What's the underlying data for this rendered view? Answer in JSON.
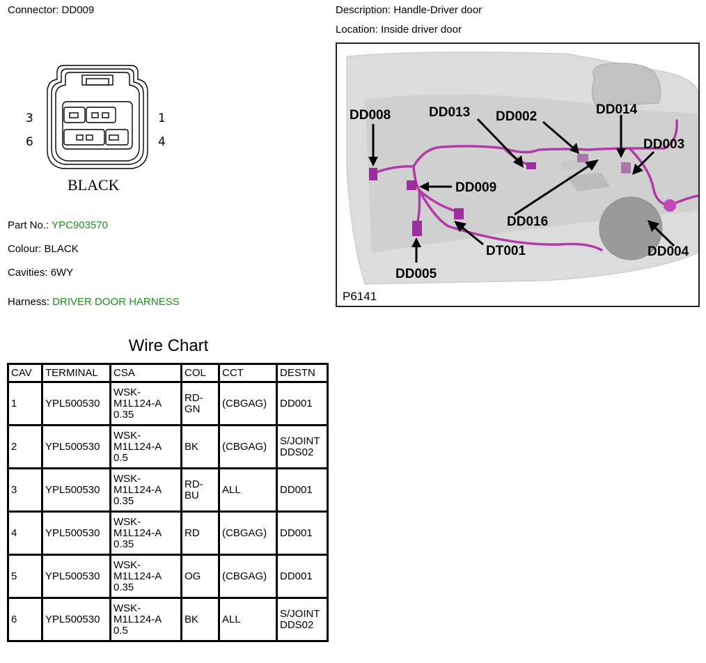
{
  "connector": {
    "label": "Connector:",
    "value": "DD009"
  },
  "description": {
    "label": "Description:",
    "value": "Handle-Driver door"
  },
  "location": {
    "label": "Location:",
    "value": "Inside driver door"
  },
  "connector_face": {
    "pins": {
      "p3": "3",
      "p1": "1",
      "p6": "6",
      "p4": "4"
    },
    "color_label": "BLACK"
  },
  "part_no": {
    "label": "Part No.:",
    "value": "YPC903570"
  },
  "colour": {
    "label": "Colour:",
    "value": "BLACK"
  },
  "cavities": {
    "label": "Cavities:",
    "value": "6WY"
  },
  "harness": {
    "label": "Harness:",
    "value": "DRIVER DOOR HARNESS"
  },
  "colors": {
    "link_green": "#1e8c1e",
    "wire_magenta": "#b03aa8",
    "panel_gray": "#d6d6d6"
  },
  "diagram": {
    "code": "P6141",
    "callouts": {
      "dd008": "DD008",
      "dd013": "DD013",
      "dd002": "DD002",
      "dd014": "DD014",
      "dd003": "DD003",
      "dd009": "DD009",
      "dd016": "DD016",
      "dt001": "DT001",
      "dd004": "DD004",
      "dd005": "DD005"
    }
  },
  "wire_chart": {
    "title": "Wire Chart",
    "headers": [
      "CAV",
      "TERMINAL",
      "CSA",
      "COL",
      "CCT",
      "DESTN"
    ],
    "rows": [
      {
        "cav": "1",
        "terminal": "YPL500530",
        "csa": [
          "WSK-",
          "M1L124-A",
          "0.35"
        ],
        "col": [
          "RD-",
          "GN"
        ],
        "cct": "(CBGAG)",
        "destn": [
          "DD001"
        ]
      },
      {
        "cav": "2",
        "terminal": "YPL500530",
        "csa": [
          "WSK-",
          "M1L124-A",
          "0.5"
        ],
        "col": [
          "BK"
        ],
        "cct": "(CBGAG)",
        "destn": [
          "S/JOINT",
          "DDS02"
        ]
      },
      {
        "cav": "3",
        "terminal": "YPL500530",
        "csa": [
          "WSK-",
          "M1L124-A",
          "0.35"
        ],
        "col": [
          "RD-",
          "BU"
        ],
        "cct": "ALL",
        "destn": [
          "DD001"
        ]
      },
      {
        "cav": "4",
        "terminal": "YPL500530",
        "csa": [
          "WSK-",
          "M1L124-A",
          "0.35"
        ],
        "col": [
          "RD"
        ],
        "cct": "(CBGAG)",
        "destn": [
          "DD001"
        ]
      },
      {
        "cav": "5",
        "terminal": "YPL500530",
        "csa": [
          "WSK-",
          "M1L124-A",
          "0.35"
        ],
        "col": [
          "OG"
        ],
        "cct": "(CBGAG)",
        "destn": [
          "DD001"
        ]
      },
      {
        "cav": "6",
        "terminal": "YPL500530",
        "csa": [
          "WSK-",
          "M1L124-A",
          "0.5"
        ],
        "col": [
          "BK"
        ],
        "cct": "ALL",
        "destn": [
          "S/JOINT",
          "DDS02"
        ]
      }
    ]
  }
}
